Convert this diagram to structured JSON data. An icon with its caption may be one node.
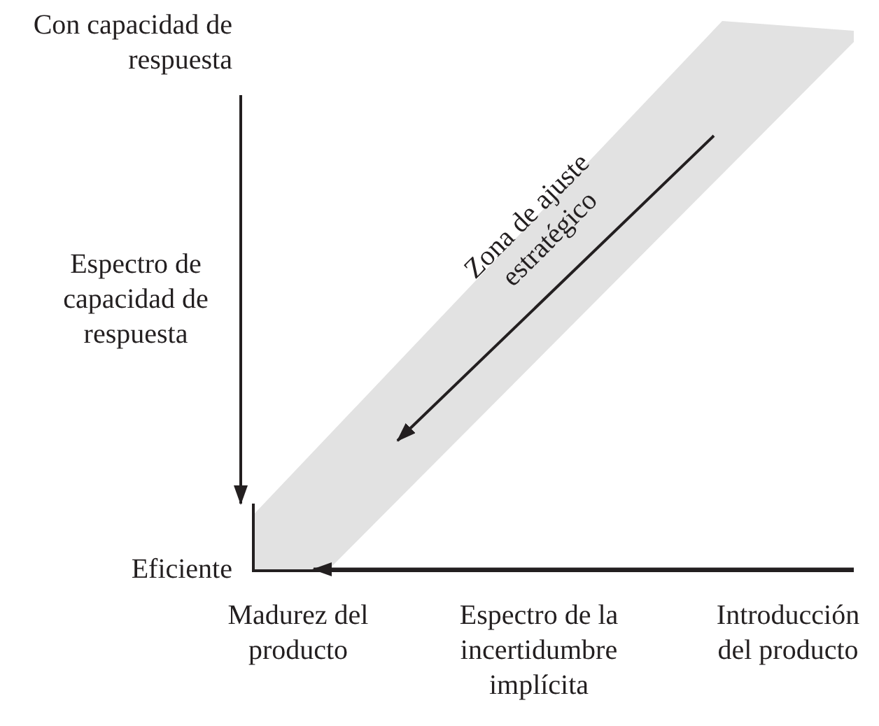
{
  "diagram": {
    "nodes": [
      {
        "text": [
          "Zona de ajuste estratégico"
        ]
      }
    ],
    "labels": [
      "Con capacidad de respuesta",
      "Espectro de capacidad de respuesta",
      "Eficiente",
      "Madurez del producto",
      "Espectro de la incertidumbre implícita",
      "Introducción del producto"
    ]
  }
}
